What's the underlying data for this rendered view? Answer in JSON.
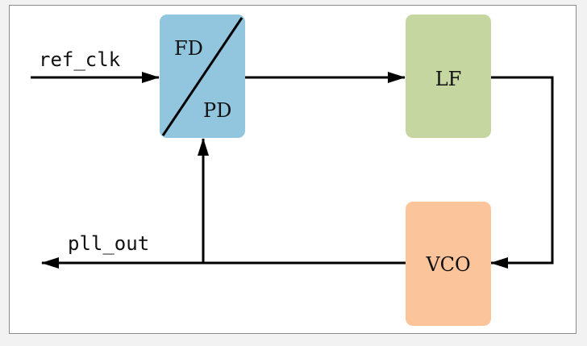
{
  "diagram": {
    "blocks": {
      "pfd": {
        "top_label": "FD",
        "bottom_label": "PD",
        "color": "#92C5DE"
      },
      "lf": {
        "label": "LF",
        "color": "#C5D6A0"
      },
      "vco": {
        "label": "VCO",
        "color": "#FCC49A"
      }
    },
    "signals": {
      "input": "ref_clk",
      "output": "pll_out"
    },
    "colors": {
      "line": "#000000",
      "frame_border": "#8c8c8c"
    }
  }
}
